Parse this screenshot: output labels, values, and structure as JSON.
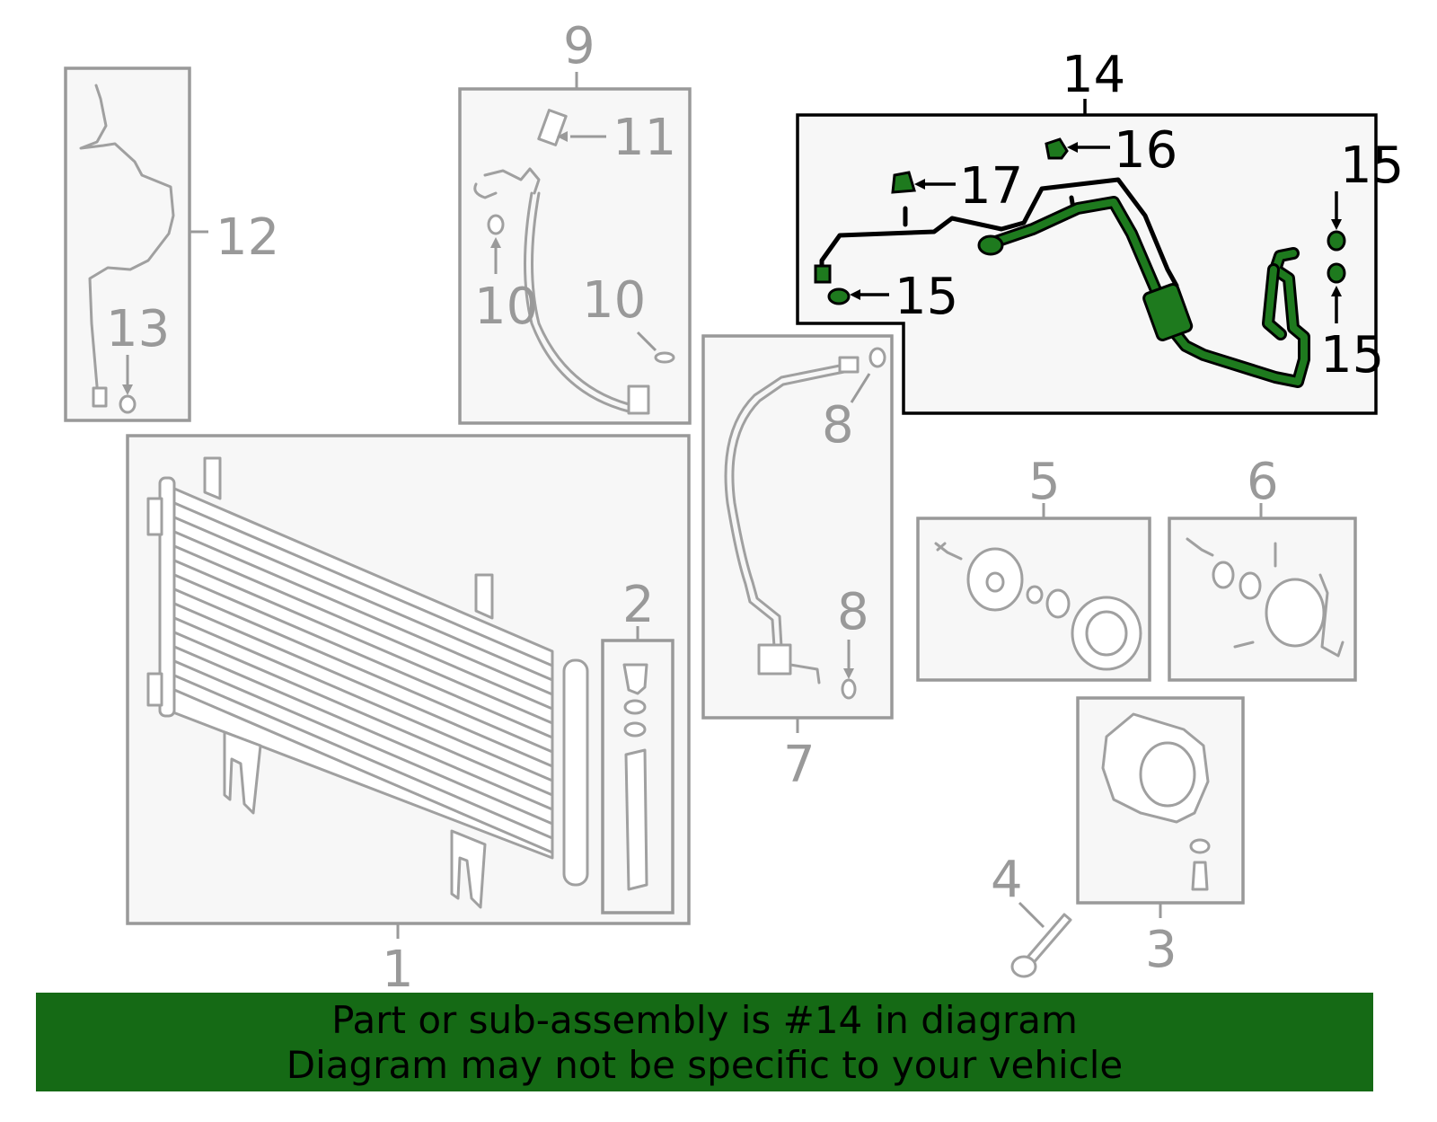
{
  "callouts": {
    "c1": "1",
    "c2": "2",
    "c3": "3",
    "c4": "4",
    "c5": "5",
    "c6": "6",
    "c7": "7",
    "c8a": "8",
    "c8b": "8",
    "c9": "9",
    "c10a": "10",
    "c10b": "10",
    "c11": "11",
    "c12": "12",
    "c13": "13",
    "c14": "14",
    "c15a": "15",
    "c15b": "15",
    "c15c": "15",
    "c16": "16",
    "c17": "17"
  },
  "banner": {
    "line1": "Part or sub-assembly is #14 in diagram",
    "line2": "Diagram may not be specific to your vehicle"
  },
  "colors": {
    "highlight": "#1e7a1e",
    "banner_bg": "#156a15",
    "outline": "#999999"
  }
}
